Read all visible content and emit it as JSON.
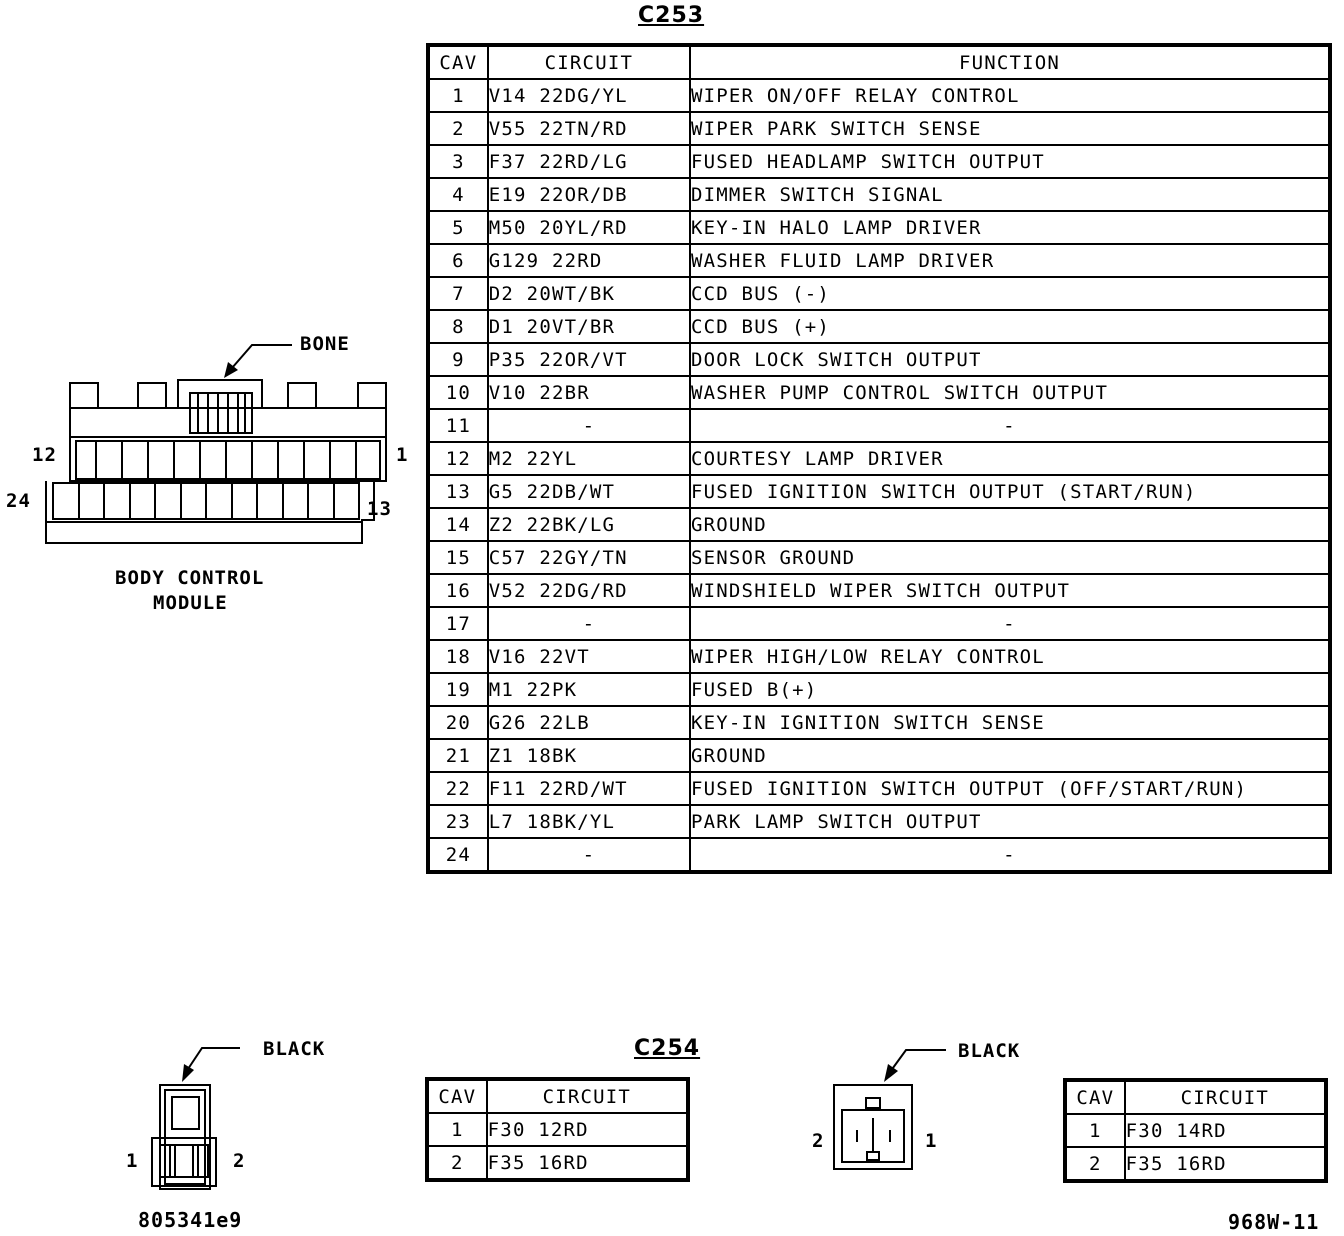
{
  "c253": {
    "title": "C253",
    "headers": {
      "cav": "CAV",
      "circuit": "CIRCUIT",
      "function": "FUNCTION"
    },
    "rows": [
      {
        "cav": "1",
        "circuit": "V14  22DG/YL",
        "function": "WIPER ON/OFF RELAY CONTROL"
      },
      {
        "cav": "2",
        "circuit": "V55  22TN/RD",
        "function": "WIPER PARK SWITCH SENSE"
      },
      {
        "cav": "3",
        "circuit": "F37  22RD/LG",
        "function": "FUSED HEADLAMP SWITCH OUTPUT"
      },
      {
        "cav": "4",
        "circuit": "E19  22OR/DB",
        "function": "DIMMER SWITCH SIGNAL"
      },
      {
        "cav": "5",
        "circuit": "M50  20YL/RD",
        "function": "KEY-IN HALO LAMP DRIVER"
      },
      {
        "cav": "6",
        "circuit": "G129  22RD",
        "function": "WASHER FLUID LAMP DRIVER"
      },
      {
        "cav": "7",
        "circuit": "D2  20WT/BK",
        "function": "CCD BUS (-)"
      },
      {
        "cav": "8",
        "circuit": "D1  20VT/BR",
        "function": "CCD BUS (+)"
      },
      {
        "cav": "9",
        "circuit": "P35  22OR/VT",
        "function": "DOOR LOCK SWITCH OUTPUT"
      },
      {
        "cav": "10",
        "circuit": "V10  22BR",
        "function": "WASHER PUMP CONTROL SWITCH OUTPUT"
      },
      {
        "cav": "11",
        "circuit": "-",
        "function": "-"
      },
      {
        "cav": "12",
        "circuit": "M2  22YL",
        "function": "COURTESY LAMP DRIVER"
      },
      {
        "cav": "13",
        "circuit": "G5  22DB/WT",
        "function": "FUSED IGNITION SWITCH OUTPUT (START/RUN)"
      },
      {
        "cav": "14",
        "circuit": "Z2  22BK/LG",
        "function": "GROUND"
      },
      {
        "cav": "15",
        "circuit": "C57  22GY/TN",
        "function": "SENSOR GROUND"
      },
      {
        "cav": "16",
        "circuit": "V52  22DG/RD",
        "function": "WINDSHIELD WIPER SWITCH OUTPUT"
      },
      {
        "cav": "17",
        "circuit": "-",
        "function": "-"
      },
      {
        "cav": "18",
        "circuit": "V16  22VT",
        "function": "WIPER HIGH/LOW RELAY CONTROL"
      },
      {
        "cav": "19",
        "circuit": "M1  22PK",
        "function": "FUSED B(+)"
      },
      {
        "cav": "20",
        "circuit": "G26  22LB",
        "function": "KEY-IN IGNITION SWITCH SENSE"
      },
      {
        "cav": "21",
        "circuit": "Z1  18BK",
        "function": "GROUND"
      },
      {
        "cav": "22",
        "circuit": "F11  22RD/WT",
        "function": "FUSED IGNITION SWITCH OUTPUT (OFF/START/RUN)"
      },
      {
        "cav": "23",
        "circuit": "L7  18BK/YL",
        "function": "PARK LAMP SWITCH OUTPUT"
      },
      {
        "cav": "24",
        "circuit": "-",
        "function": "-"
      }
    ]
  },
  "bcm_connector": {
    "bone_label": "BONE",
    "pin_12": "12",
    "pin_1": "1",
    "pin_24": "24",
    "pin_13": "13",
    "caption_line1": "BODY CONTROL",
    "caption_line2": "MODULE"
  },
  "c254": {
    "title": "C254",
    "headers": {
      "cav": "CAV",
      "circuit": "CIRCUIT"
    },
    "rows": [
      {
        "cav": "1",
        "circuit": "F30  12RD"
      },
      {
        "cav": "2",
        "circuit": "F35  16RD"
      }
    ],
    "connector_label": "BLACK",
    "pin_1": "1",
    "pin_2": "2"
  },
  "c254_mate": {
    "headers": {
      "cav": "CAV",
      "circuit": "CIRCUIT"
    },
    "rows": [
      {
        "cav": "1",
        "circuit": "F30  14RD"
      },
      {
        "cav": "2",
        "circuit": "F35  16RD"
      }
    ],
    "connector_label": "BLACK",
    "pin_2": "2",
    "pin_1": "1"
  },
  "footer": {
    "image_id": "805341e9",
    "figure_id": "968W-11"
  }
}
